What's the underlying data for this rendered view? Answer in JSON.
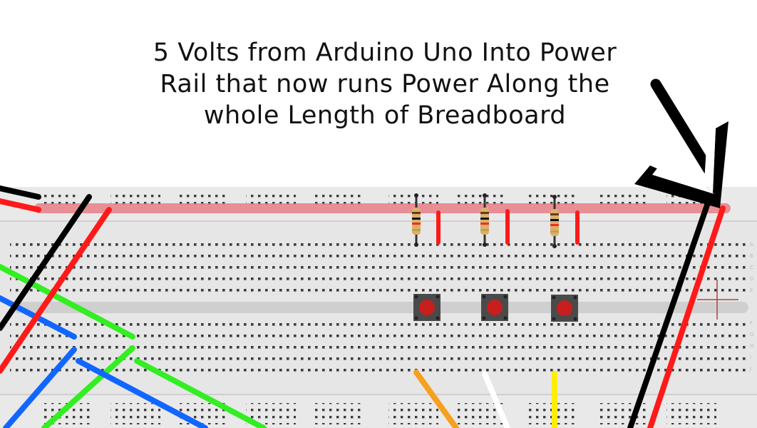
{
  "annotation": {
    "lines": [
      "5 Volts from Arduino Uno Into Power",
      "Rail that now runs Power Along the",
      "whole Length of Breadboard"
    ]
  },
  "colors": {
    "board": "#e6e6e6",
    "board_edge": "#d4d4d4",
    "hole": "#3c3c3c",
    "rail_highlight": "#e8707a",
    "wire_red": "#ff1a1a",
    "wire_black": "#000000",
    "wire_green": "#33ee22",
    "wire_blue": "#1166ff",
    "wire_orange": "#f5a020",
    "wire_white": "#ffffff",
    "wire_yellow": "#ffee00",
    "button_body": "#4a4a4a",
    "button_cap": "#c81e1e"
  },
  "components": {
    "resistors": 3,
    "push_buttons": 3,
    "power_rail_wire": "red",
    "ground_rail_wire": "black"
  }
}
